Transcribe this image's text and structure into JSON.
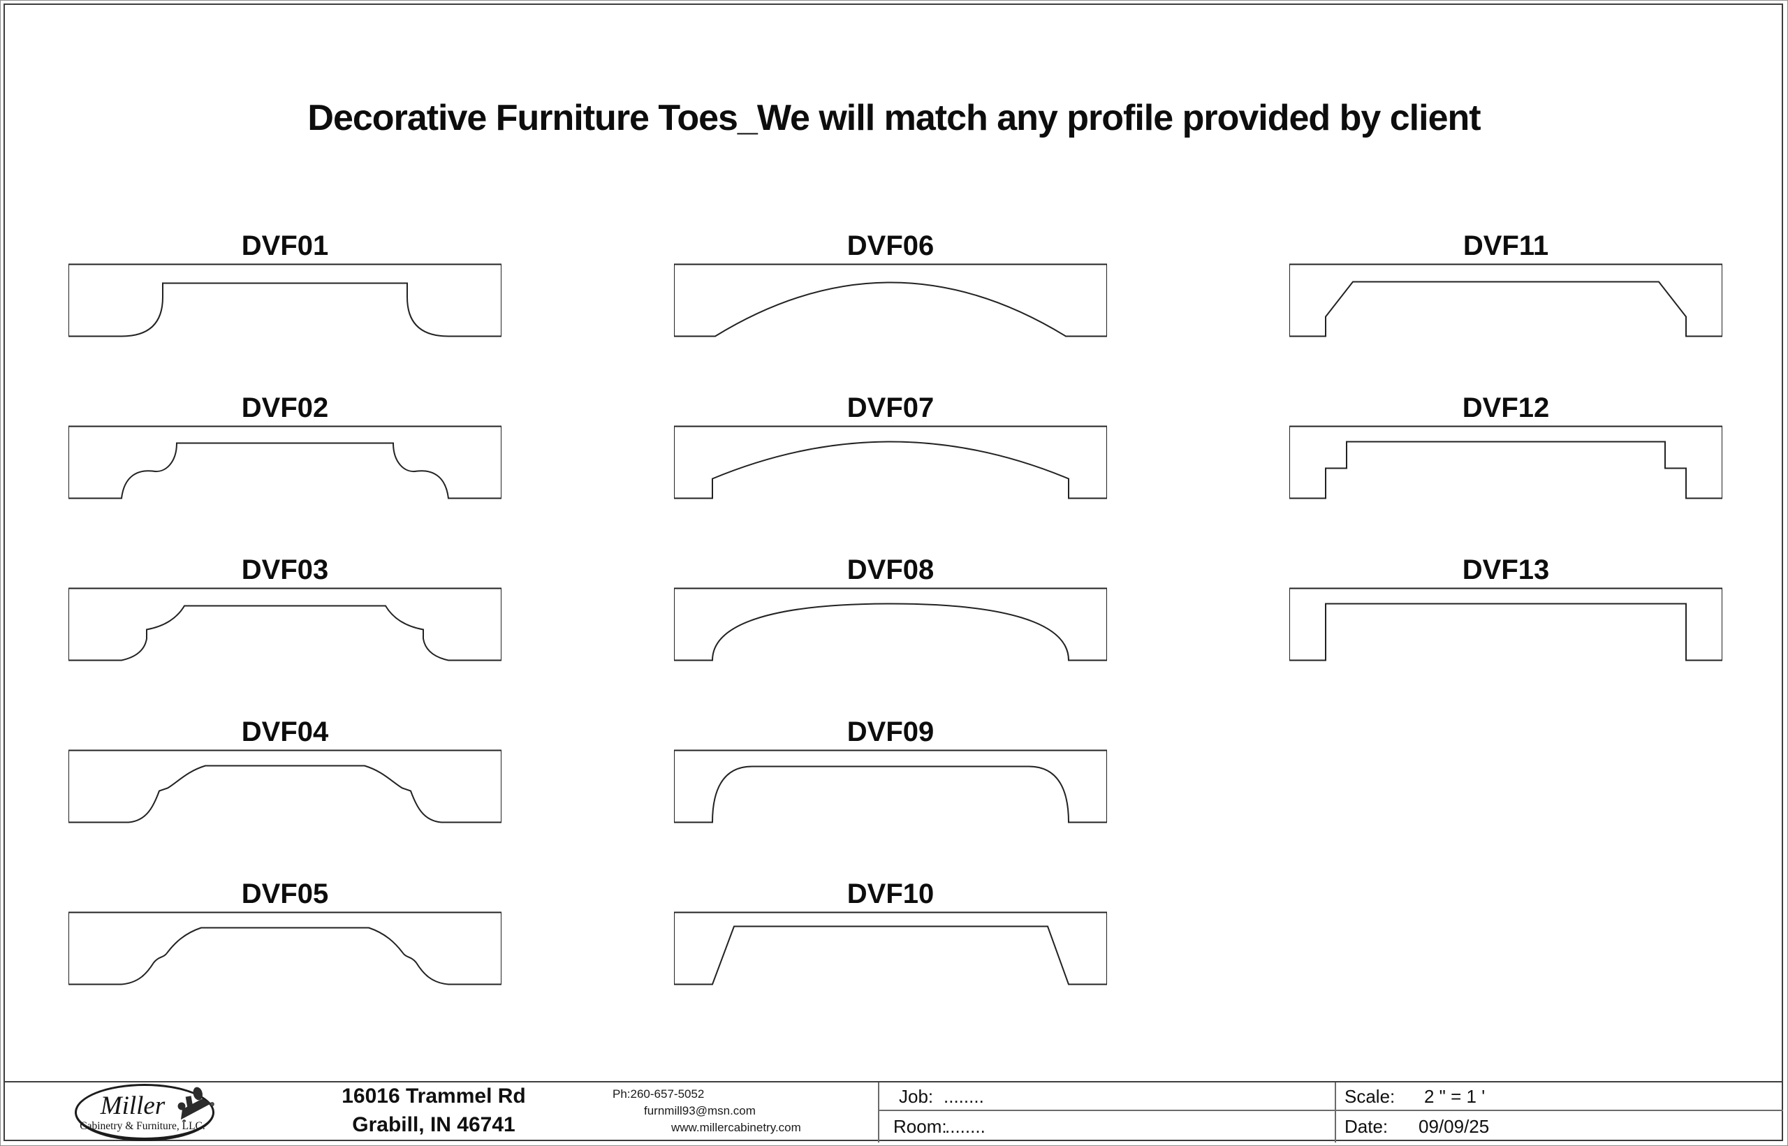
{
  "page": {
    "title": "Decorative Furniture Toes_We will match any profile provided by client"
  },
  "profiles": [
    {
      "id": "DVF01"
    },
    {
      "id": "DVF02"
    },
    {
      "id": "DVF03"
    },
    {
      "id": "DVF04"
    },
    {
      "id": "DVF05"
    },
    {
      "id": "DVF06"
    },
    {
      "id": "DVF07"
    },
    {
      "id": "DVF08"
    },
    {
      "id": "DVF09"
    },
    {
      "id": "DVF10"
    },
    {
      "id": "DVF11"
    },
    {
      "id": "DVF12"
    },
    {
      "id": "DVF13"
    }
  ],
  "title_block": {
    "logo_name": "Miller",
    "logo_subtitle": "Cabinetry & Furniture, LLC.",
    "address_line1": "16016 Trammel Rd",
    "address_line2": "Grabill, IN 46741",
    "phone": "Ph:260-657-5052",
    "email": "furnmill93@msn.com",
    "website": "www.millercabinetry.com",
    "job_label": "Job:",
    "job_value": "........",
    "room_label": "Room:",
    "room_value": "........",
    "scale_label": "Scale:",
    "scale_value": "2 \" = 1 '",
    "date_label": "Date:",
    "date_value": "09/09/25"
  },
  "colors": {
    "line": "#222222",
    "background": "#ffffff",
    "frame": "#3d3d3d"
  }
}
